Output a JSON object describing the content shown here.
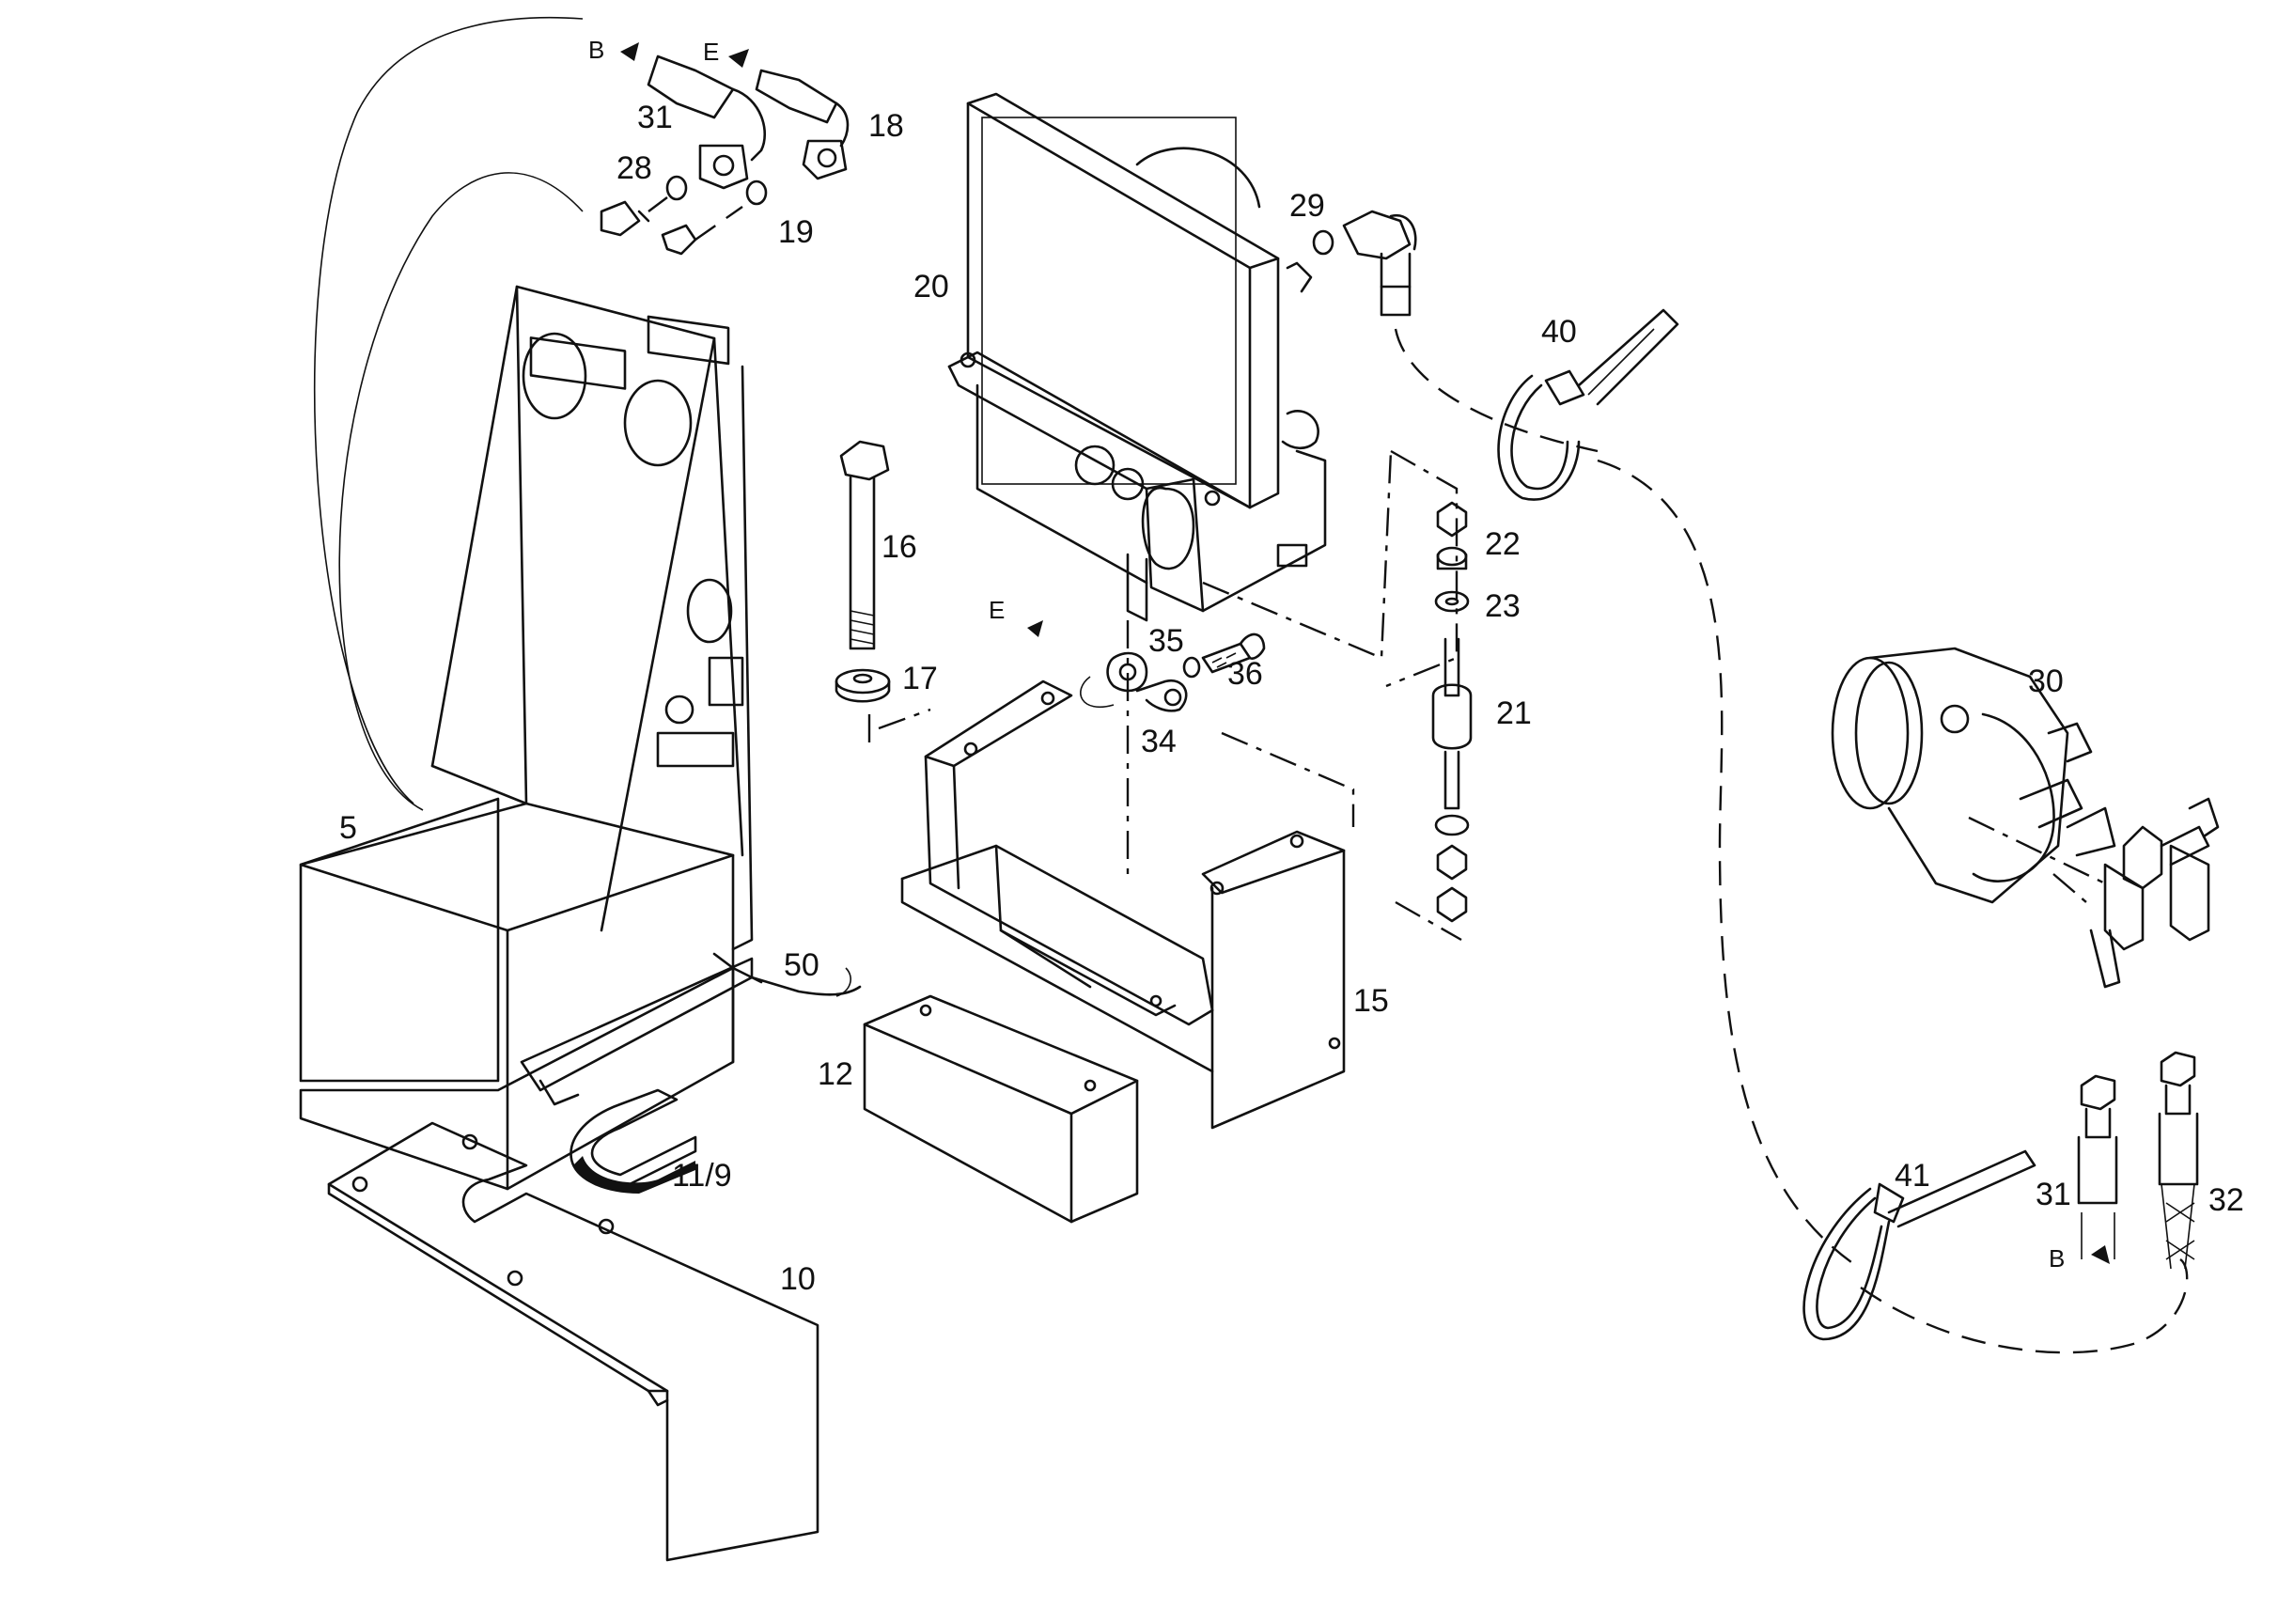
{
  "callouts": {
    "p5": "5",
    "p10": "10",
    "p11_9": "11/9",
    "p12": "12",
    "p15": "15",
    "p16": "16",
    "p17": "17",
    "p18": "18",
    "p19": "19",
    "p20": "20",
    "p21": "21",
    "p22": "22",
    "p23": "23",
    "p28": "28",
    "p29": "29",
    "p30": "30",
    "p31_top": "31",
    "p31_right": "31",
    "p32": "32",
    "p34": "34",
    "p35": "35",
    "p36": "36",
    "p40": "40",
    "p41": "41",
    "p50": "50"
  },
  "flow_markers": {
    "b_top": "B",
    "e_top": "E",
    "e_mid": "E",
    "b_bottom": "B"
  }
}
